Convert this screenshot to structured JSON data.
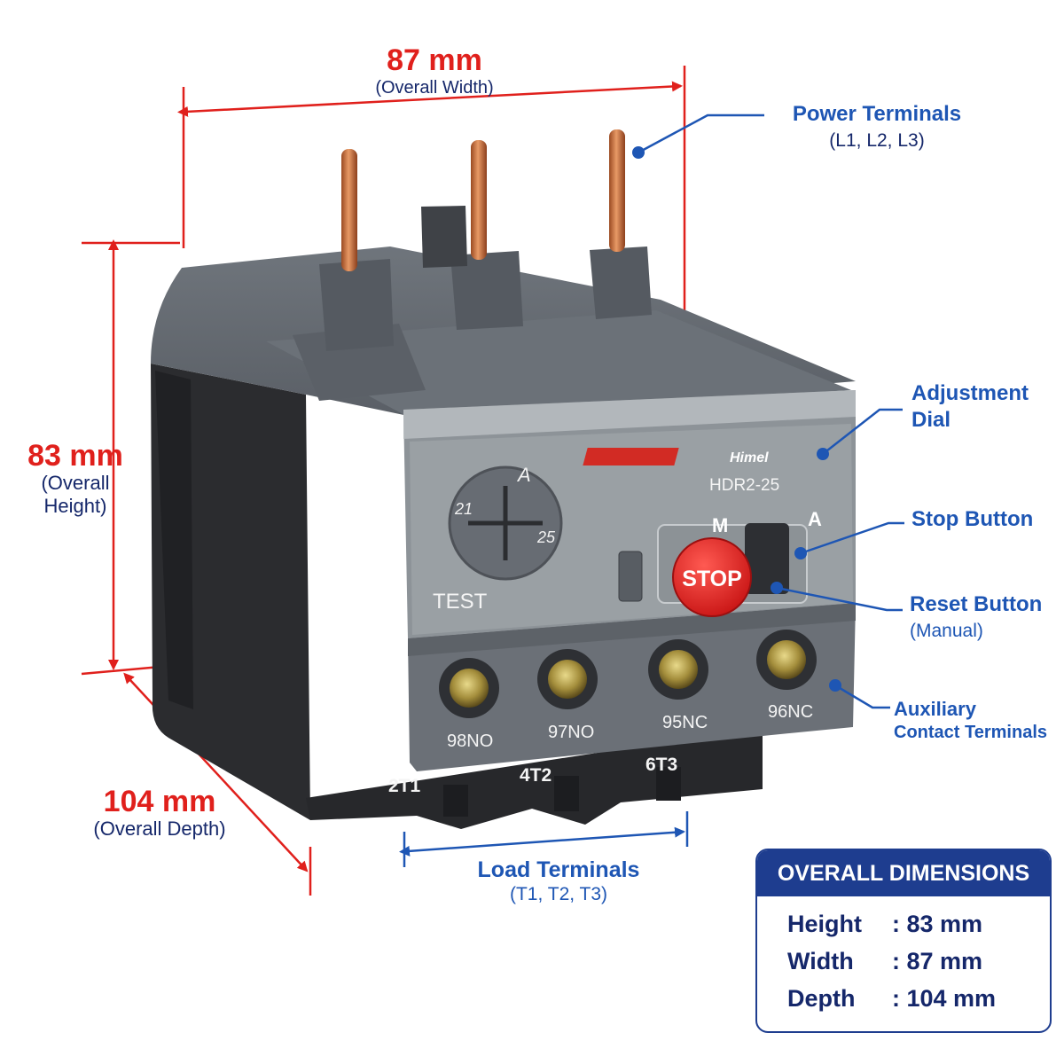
{
  "dimension_labels": {
    "width": {
      "value": "87 mm",
      "caption": "(Overall Width)"
    },
    "height": {
      "value": "83 mm",
      "caption_line1": "(Overall",
      "caption_line2": "Height)"
    },
    "depth": {
      "value": "104 mm",
      "caption": "(Overall Depth)"
    }
  },
  "callouts": {
    "power_terminals": {
      "title": "Power Terminals",
      "sub": "(L1, L2, L3)"
    },
    "adjustment_dial": {
      "line1": "Adjustment",
      "line2": "Dial"
    },
    "stop_button": {
      "title": "Stop Button"
    },
    "reset_button": {
      "title": "Reset Button",
      "sub": "(Manual)"
    },
    "auxiliary_terminals": {
      "line1": "Auxiliary",
      "line2": "Contact Terminals"
    },
    "load_terminals": {
      "title": "Load Terminals",
      "sub": "(T1, T2, T3)"
    }
  },
  "device": {
    "brand": "Himel",
    "model": "HDR2-25",
    "dial": {
      "top": "A",
      "left": "21",
      "right": "25"
    },
    "test_label": "TEST",
    "stop_label": "STOP",
    "mode_manual": "M",
    "mode_auto": "A",
    "aux_terminals": [
      "98NO",
      "97NO",
      "95NC",
      "96NC"
    ],
    "load_terminals": [
      "2T1",
      "4T2",
      "6T3"
    ]
  },
  "dimensions_panel": {
    "title": "OVERALL DIMENSIONS",
    "rows": [
      {
        "label": "Height",
        "value": ": 83 mm"
      },
      {
        "label": "Width",
        "value": ": 87 mm"
      },
      {
        "label": "Depth",
        "value": ": 104 mm"
      }
    ]
  },
  "colors": {
    "red": "#e0201c",
    "blue": "#1e56b4",
    "navy": "#1e3d8f"
  }
}
